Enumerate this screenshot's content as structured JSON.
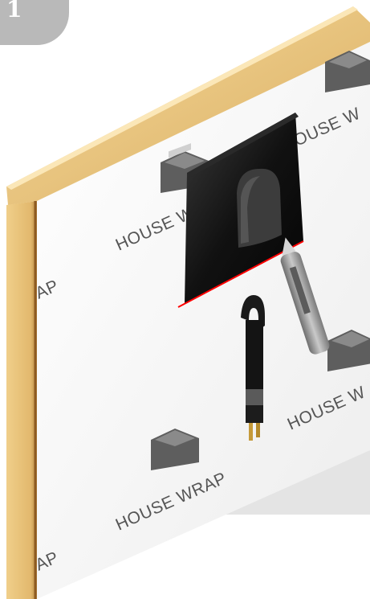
{
  "step_badge": {
    "number": "1",
    "color": "#b9b9b9"
  },
  "wall": {
    "house_wrap_label": "HOUSE WRAP",
    "partial_labels": [
      "HOUSE W",
      "HOUSE W",
      "OUSE W",
      "AP",
      "AP"
    ],
    "stud_color": "#e6c27a",
    "wrap_color": "#f2f2f2"
  },
  "parts": {
    "flashing_block_color": "#111111",
    "cut_line_color": "#ff0000",
    "cable_color": "#141414",
    "utility_knife_color": "#8a8a8a"
  },
  "icons": [
    "house-logo-icon"
  ]
}
